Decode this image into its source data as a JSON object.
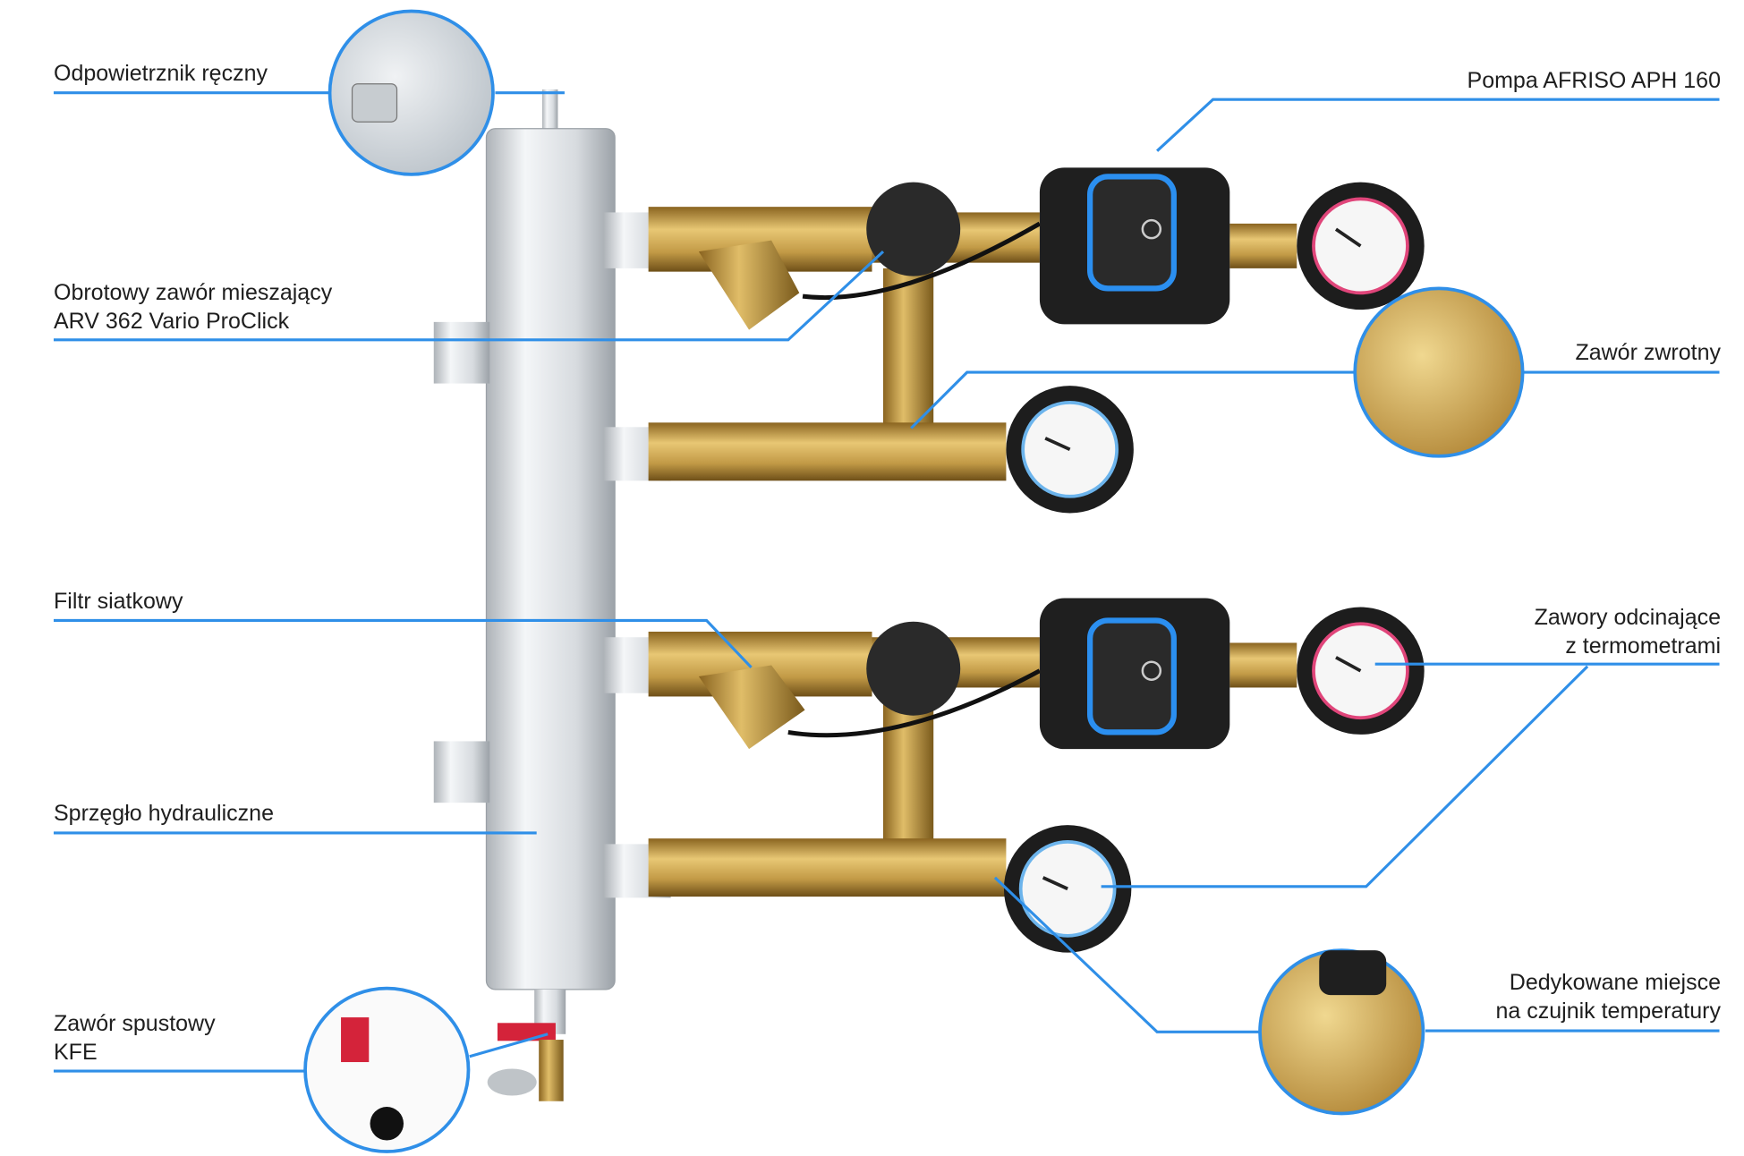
{
  "colors": {
    "callout_line": "#2f8fe8",
    "text": "#1e1e1e",
    "brass": "#c9a046",
    "pump": "#1f1f1f",
    "pump_accent": "#2b8ff0"
  },
  "labels": {
    "manual_vent": "Odpowietrznik ręczny",
    "pump": "Pompa AFRISO APH 160",
    "mixing_valve_line1": "Obrotowy zawór mieszający",
    "mixing_valve_line2": "ARV 362 Vario ProClick",
    "check_valve": "Zawór zwrotny",
    "strainer": "Filtr siatkowy",
    "shutoff_valves_line1": "Zawory odcinające",
    "shutoff_valves_line2": "z termometrami",
    "hydraulic_separator": "Sprzęgło hydrauliczne",
    "drain_valve_line1": "Zawór spustowy",
    "drain_valve_line2": "KFE",
    "sensor_place_line1": "Dedykowane miejsce",
    "sensor_place_line2": "na czujnik temperatury"
  },
  "product_marks": {
    "brand": "AFRISO"
  }
}
